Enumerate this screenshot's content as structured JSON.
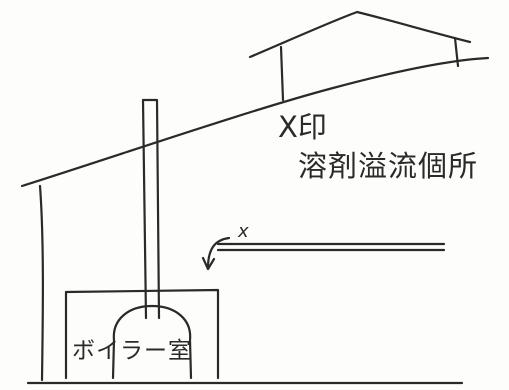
{
  "labels": {
    "mark": "X印",
    "spill_location": "溶剤溢流個所",
    "x_marker": "x",
    "boiler_room": "ボイラー室"
  },
  "colors": {
    "ink": "#2a2a2a",
    "paper": "#fdfdfb"
  }
}
